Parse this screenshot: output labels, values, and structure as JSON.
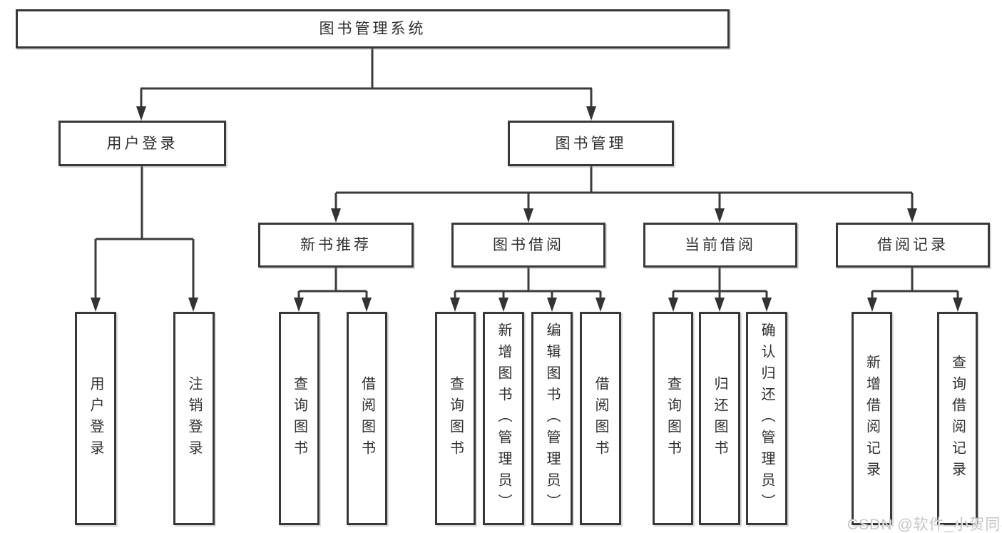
{
  "tree": {
    "root": {
      "label": "图书管理系统"
    },
    "branches": [
      {
        "label": "用户登录",
        "children": [
          "用户登录",
          "注销登录"
        ]
      },
      {
        "label": "图书管理",
        "children": [
          {
            "label": "新书推荐",
            "children": [
              "查询图书",
              "借阅图书"
            ]
          },
          {
            "label": "图书借阅",
            "children": [
              "查询图书",
              "新增图书（管理员）",
              "编辑图书（管理员）",
              "借阅图书"
            ]
          },
          {
            "label": "当前借阅",
            "children": [
              "查询图书",
              "归还图书",
              "确认归还（管理员）"
            ]
          },
          {
            "label": "借阅记录",
            "children": [
              "新增借阅记录",
              "查询借阅记录"
            ]
          }
        ]
      }
    ]
  },
  "watermark": {
    "text": "CSDN @软件_小贺同学"
  },
  "colors": {
    "line": "#3b3b3b",
    "box_border": "#383838",
    "box_fill": "#ffffff",
    "text": "#2f2f2f",
    "watermark": "#c6c6c6",
    "background": "#ffffff"
  }
}
